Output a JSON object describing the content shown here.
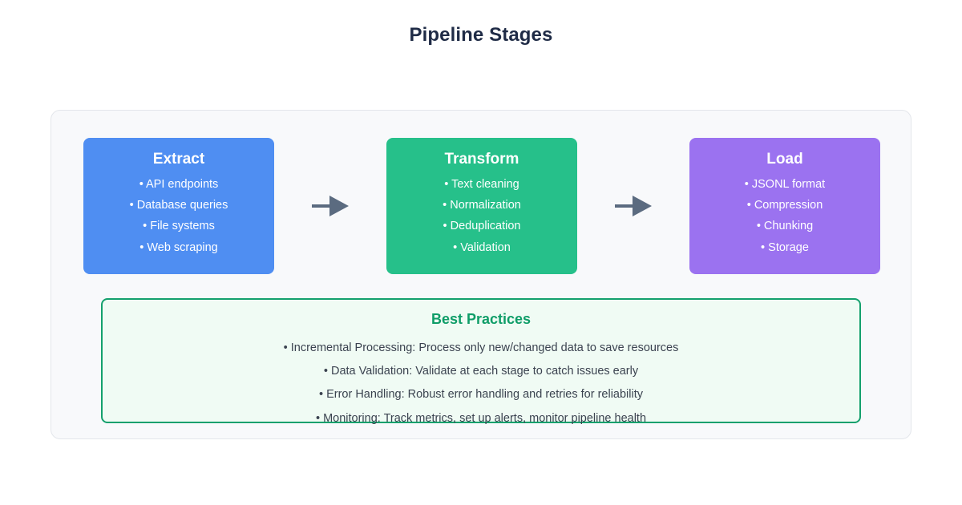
{
  "title": "Pipeline Stages",
  "colors": {
    "title": "#1f2b46",
    "panel_bg": "#f8f9fb",
    "panel_border": "#e3e6eb",
    "extract": "#4f8ef2",
    "transform": "#26c08a",
    "load": "#9b72f0",
    "arrow": "#5b6b80",
    "practices_border": "#14a06d",
    "practices_bg": "#f0fbf4",
    "practices_title": "#0f9d68",
    "practices_text": "#3b4350"
  },
  "stages": [
    {
      "name": "Extract",
      "color": "#4f8ef2",
      "items": [
        "• API endpoints",
        "• Database queries",
        "• File systems",
        "• Web scraping"
      ]
    },
    {
      "name": "Transform",
      "color": "#26c08a",
      "items": [
        "• Text cleaning",
        "• Normalization",
        "• Deduplication",
        "• Validation"
      ]
    },
    {
      "name": "Load",
      "color": "#9b72f0",
      "items": [
        "• JSONL format",
        "• Compression",
        "• Chunking",
        "• Storage"
      ]
    }
  ],
  "arrows": [
    {
      "name": "extract-to-transform"
    },
    {
      "name": "transform-to-load"
    }
  ],
  "best_practices": {
    "title": "Best Practices",
    "items": [
      "• Incremental Processing: Process only new/changed data to save resources",
      "• Data Validation: Validate at each stage to catch issues early",
      "• Error Handling: Robust error handling and retries for reliability",
      "• Monitoring: Track metrics, set up alerts, monitor pipeline health"
    ]
  }
}
